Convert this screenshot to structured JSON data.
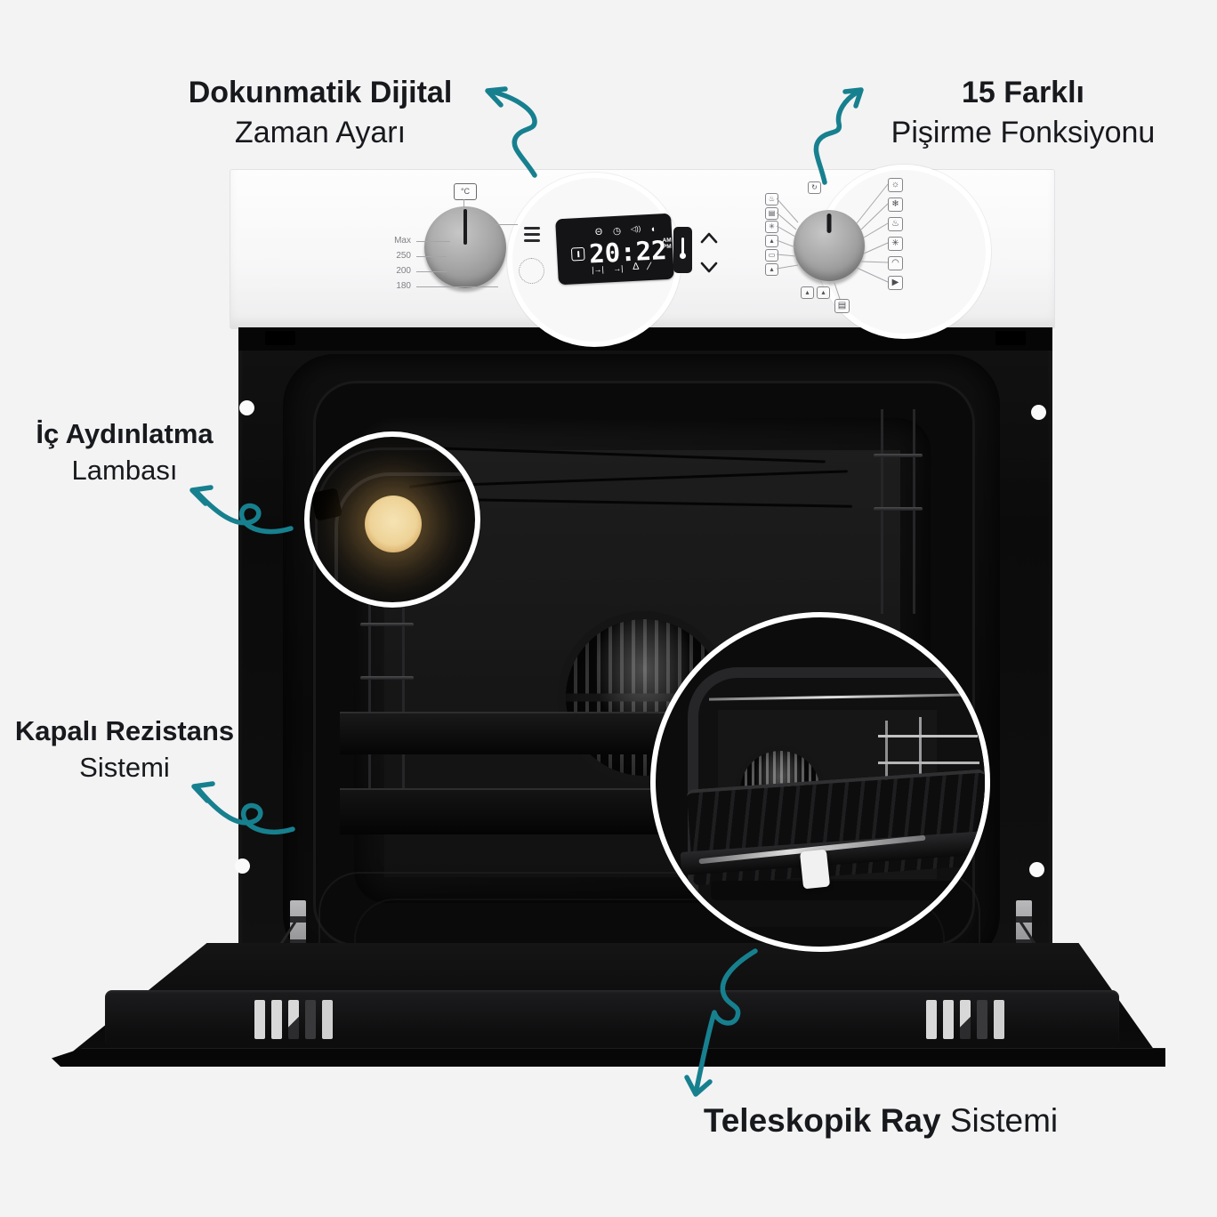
{
  "colors": {
    "accent": "#17808F",
    "lamp_glow": "#F0D9A4",
    "text": "#17191D"
  },
  "labels": {
    "digital_timer": {
      "bold": "Dokunmatik Dijital",
      "regular": "Zaman Ayarı"
    },
    "cooking_functions": {
      "bold": "15 Farklı",
      "regular": "Pişirme Fonksiyonu"
    },
    "interior_lamp": {
      "bold": "İç Aydınlatma",
      "regular": "Lambası"
    },
    "closed_heater": {
      "bold": "Kapalı Rezistans",
      "regular": "Sistemi"
    },
    "telescopic_rail": {
      "bold": "Teleskopik Ray",
      "regular": "Sistemi"
    }
  },
  "control_panel": {
    "temp_unit": "°C",
    "temp_ticks": [
      "Max",
      "250",
      "200",
      "180"
    ],
    "display": {
      "time": "20:22",
      "am": "AM",
      "pm": "PM",
      "top_icons": [
        {
          "name": "key-lock-icon",
          "glyph": "Θ"
        },
        {
          "name": "clock-icon",
          "glyph": "◷"
        },
        {
          "name": "volume-icon",
          "glyph": "◁))"
        },
        {
          "name": "contrast-icon",
          "glyph": "◐"
        }
      ],
      "bottom_icons": [
        {
          "name": "cook-time-end-icon",
          "glyph": "|→|"
        },
        {
          "name": "cook-duration-icon",
          "glyph": "→|"
        },
        {
          "name": "alarm-bell-icon",
          "glyph": "Δ"
        },
        {
          "name": "minute-minder-icon",
          "glyph": "∕"
        }
      ]
    },
    "function_icons": {
      "right": [
        {
          "name": "oven-lamp-icon",
          "glyph": "☼"
        },
        {
          "name": "defrost-icon",
          "glyph": "❄"
        },
        {
          "name": "steam-cook-icon",
          "glyph": "♨"
        },
        {
          "name": "fan-cooking-icon",
          "glyph": "✳"
        },
        {
          "name": "bread-icon",
          "glyph": "◠"
        },
        {
          "name": "pizza-icon",
          "glyph": "▶"
        }
      ],
      "left": [
        {
          "name": "roast-icon",
          "glyph": "♨"
        },
        {
          "name": "tray-icon",
          "glyph": "▤"
        },
        {
          "name": "fan-icon",
          "glyph": "✳"
        },
        {
          "name": "top-heat-icon",
          "glyph": "▴"
        },
        {
          "name": "bottom-heat-icon",
          "glyph": "▭"
        },
        {
          "name": "grill-icon",
          "glyph": "▴"
        }
      ],
      "top": {
        "name": "rotate-defrost-icon",
        "glyph": "↻"
      },
      "below": [
        {
          "name": "eco-icon",
          "glyph": "▴"
        },
        {
          "name": "fan-low-icon",
          "glyph": "▴"
        }
      ],
      "bottom": {
        "name": "lamp-box-icon",
        "glyph": "▤"
      }
    }
  }
}
